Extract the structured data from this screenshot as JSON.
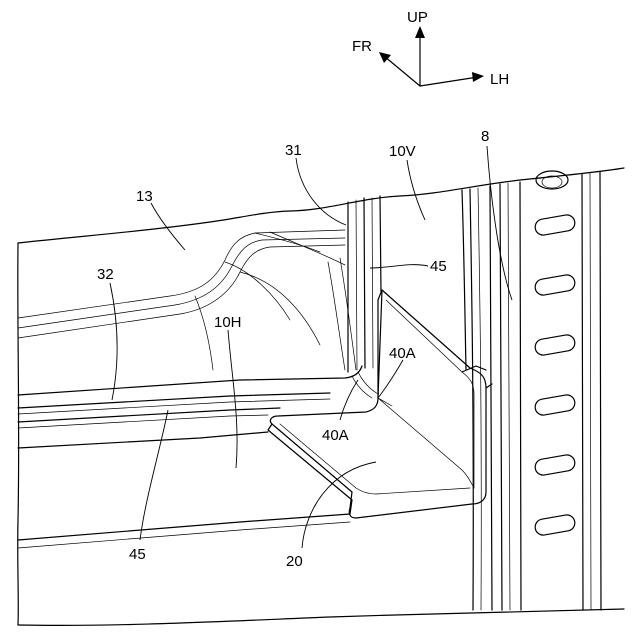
{
  "axes": {
    "up": "UP",
    "front": "FR",
    "left_hand": "LH"
  },
  "labels": {
    "panel_13": "13",
    "panel_32": "32",
    "member_10H": "10H",
    "member_10V": "10V",
    "member_31": "31",
    "pillar_8": "8",
    "seal_45_upper": "45",
    "seal_45_lower": "45",
    "flange_40A_upper": "40A",
    "flange_40A_lower": "40A",
    "bracket_20": "20"
  }
}
